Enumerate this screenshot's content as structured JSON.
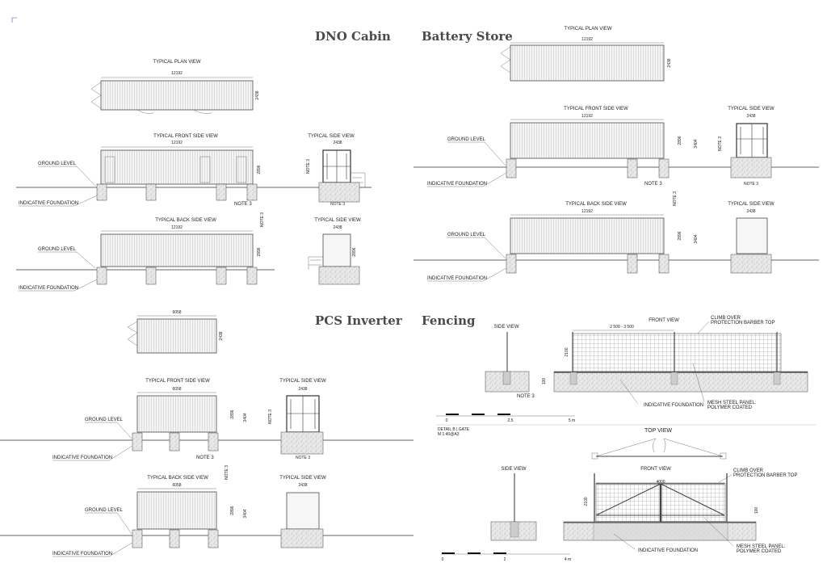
{
  "dno": {
    "title": "DNO Cabin",
    "plan_label": "TYPICAL PLAN VIEW",
    "front_label": "TYPICAL FRONT SIDE VIEW",
    "back_label": "TYPICAL BACK SIDE VIEW",
    "side_label": "TYPICAL SIDE VIEW",
    "length": "12192",
    "width": "2438",
    "height": "2896",
    "ground": "GROUND LEVEL",
    "foundation": "INDICATIVE FOUNDATION",
    "note": "NOTE 3"
  },
  "battery": {
    "title": "Battery Store",
    "plan_label": "TYPICAL PLAN VIEW",
    "front_label": "TYPICAL FRONT SIDE VIEW",
    "back_label": "TYPICAL BACK SIDE VIEW",
    "side_label": "TYPICAL SIDE VIEW",
    "length": "12192",
    "width": "2438",
    "height": "2896",
    "total_height": "3404",
    "ground": "GROUND LEVEL",
    "foundation": "INDICATIVE FOUNDATION",
    "note": "NOTE 3"
  },
  "pcs": {
    "title": "PCS Inverter",
    "front_label": "TYPICAL FRONT SIDE VIEW",
    "back_label": "TYPICAL BACK SIDE VIEW",
    "side_label": "TYPICAL SIDE VIEW",
    "length": "6058",
    "width": "2438",
    "height": "2896",
    "total_height": "3404",
    "ground": "GROUND LEVEL",
    "foundation": "INDICATIVE FOUNDATION",
    "note": "NOTE 3"
  },
  "fencing": {
    "title": "Fencing",
    "side_view": "SIDE VIEW",
    "front_view": "FRONT VIEW",
    "top_view": "TOP VIEW",
    "span": "2 500 - 3 500",
    "height": "2100",
    "base": "100",
    "gate_width": "4000",
    "climb_1": "CLIMB OVER",
    "climb_2": "PROTECTION BARBER TOP",
    "foundation": "INDICATIVE FOUNDATION",
    "mesh_1": "MESH STEEL PANEL:",
    "mesh_2": "POLYMER COATED",
    "note": "NOTE 3",
    "detail_1": "DETAIL B | GATE",
    "detail_2": "M 1:40@A3",
    "scale1": [
      "0",
      "2.5",
      "5 m"
    ],
    "scale2": [
      "0",
      "2",
      "4 m"
    ]
  }
}
